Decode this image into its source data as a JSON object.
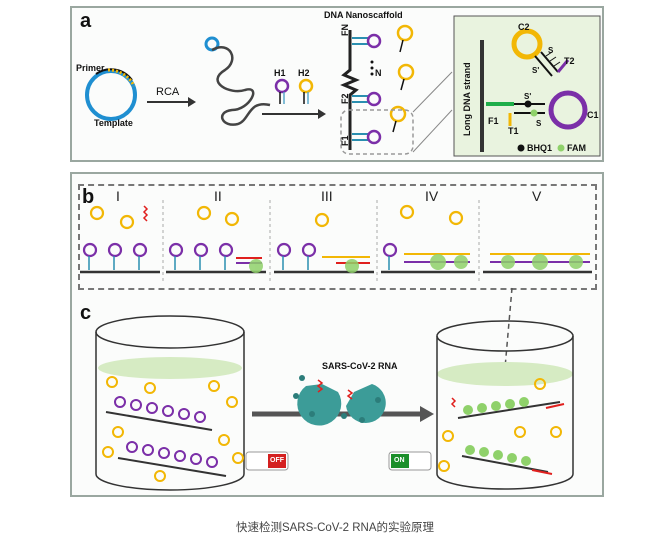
{
  "caption": "快速检测SARS-CoV-2 RNA的实验原理",
  "panel_a": {
    "letter": "a",
    "primer": "Primer",
    "template": "Template",
    "rca": "RCA",
    "h1": "H1",
    "h2": "H2",
    "scaffold_title": "DNA Nanoscaffold",
    "fn": "FN",
    "n": "N",
    "f2": "F2",
    "f1": "F1",
    "inset": {
      "c2": "C2",
      "s": "S",
      "s_prime": "S'",
      "t2": "T2",
      "long_strand": "Long DNA strand",
      "s_prime2": "S'",
      "s2": "S",
      "c1": "C1",
      "f1": "F1",
      "t1": "T1",
      "bhq1": "BHQ1",
      "fam": "FAM"
    }
  },
  "panel_b": {
    "letter": "b",
    "steps": [
      "I",
      "II",
      "III",
      "IV",
      "V"
    ]
  },
  "panel_c": {
    "letter": "c",
    "target": "SARS-CoV-2 RNA",
    "switch_off": "OFF",
    "switch_on": "ON"
  },
  "colors": {
    "hairpin_h1": "#7b2fa8",
    "hairpin_h2": "#f2b705",
    "fam_green": "#8fd16a",
    "target_red": "#e0201e",
    "template_blue": "#1f8fd1",
    "panel_border": "#9aa7a0",
    "liquid": "#cfe6b8"
  }
}
